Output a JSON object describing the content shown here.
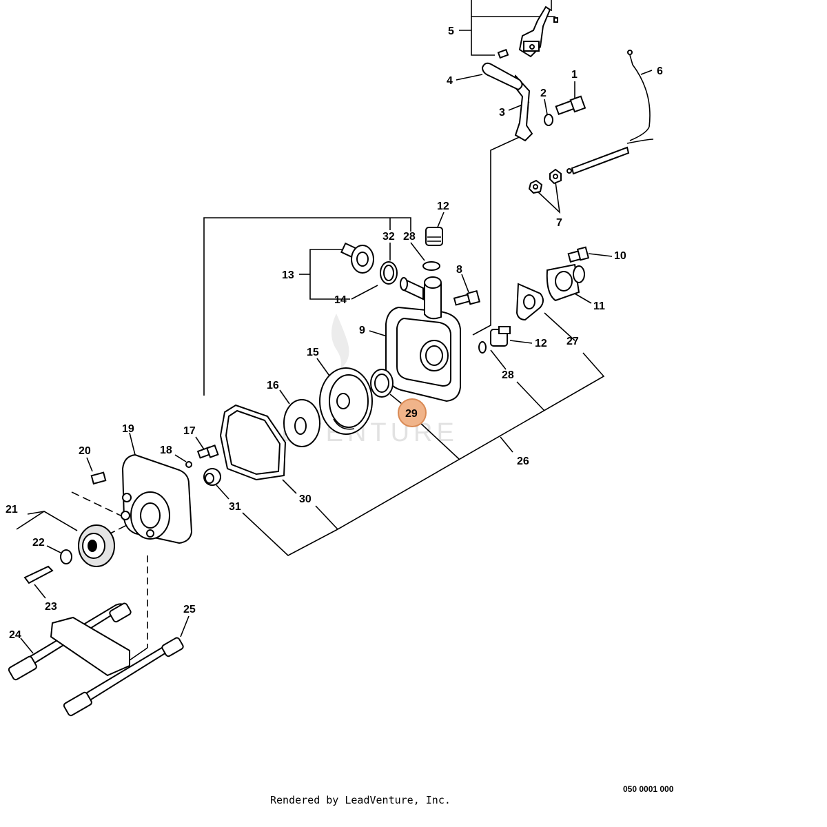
{
  "watermark": "LEADVENTURE",
  "footer": {
    "credit": "Rendered by LeadVenture, Inc.",
    "diagram_code": "050 0001 000"
  },
  "highlighted_callout": "29",
  "colors": {
    "highlight": "#f0b48a",
    "highlight_border": "#d98a55"
  },
  "callouts": {
    "c1": "1",
    "c2": "2",
    "c3": "3",
    "c4": "4",
    "c5": "5",
    "c6": "6",
    "c7": "7",
    "c8": "8",
    "c9": "9",
    "c10": "10",
    "c11": "11",
    "c12a": "12",
    "c12b": "12",
    "c13": "13",
    "c14": "14",
    "c15": "15",
    "c16": "16",
    "c17": "17",
    "c18": "18",
    "c19": "19",
    "c20": "20",
    "c21": "21",
    "c22": "22",
    "c23": "23",
    "c24": "24",
    "c25": "25",
    "c26": "26",
    "c27": "27",
    "c28a": "28",
    "c28b": "28",
    "c29": "29",
    "c30": "30",
    "c31": "31",
    "c32": "32"
  }
}
